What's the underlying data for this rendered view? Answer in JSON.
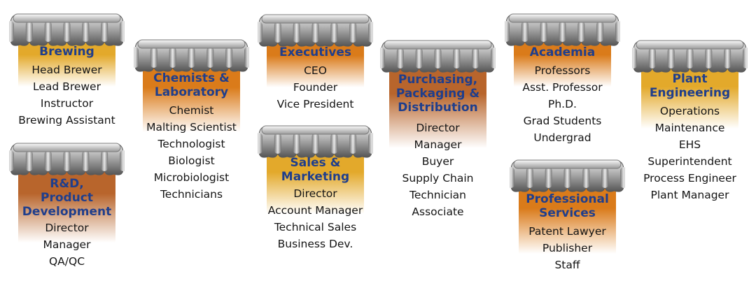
{
  "groups": [
    {
      "id": "brewing",
      "title": [
        "Brewing"
      ],
      "roles": [
        "Head Brewer",
        "Lead Brewer",
        "Instructor",
        "Brewing Assistant"
      ],
      "band": "gold"
    },
    {
      "id": "rnd",
      "title": [
        "R&D,",
        "Product",
        "Development"
      ],
      "roles": [
        "Director",
        "Manager",
        "QA/QC"
      ],
      "band": "brown"
    },
    {
      "id": "chemists",
      "title": [
        "Chemists &",
        "Laboratory"
      ],
      "roles": [
        "Chemist",
        "Malting Scientist",
        "Technologist",
        "Biologist",
        "Microbiologist",
        "Technicians"
      ],
      "band": "orange"
    },
    {
      "id": "executives",
      "title": [
        "Executives"
      ],
      "roles": [
        "CEO",
        "Founder",
        "Vice President"
      ],
      "band": "orange"
    },
    {
      "id": "sales",
      "title": [
        "Sales &",
        "Marketing"
      ],
      "roles": [
        "Director",
        "Account Manager",
        "Technical Sales",
        "Business Dev."
      ],
      "band": "gold"
    },
    {
      "id": "purchasing",
      "title": [
        "Purchasing,",
        "Packaging &",
        "Distribution"
      ],
      "roles": [
        "Director",
        "Manager",
        "Buyer",
        "Supply Chain",
        "Technician",
        "Associate"
      ],
      "band": "brown"
    },
    {
      "id": "academia",
      "title": [
        "Academia"
      ],
      "roles": [
        "Professors",
        "Asst. Professor",
        "Ph.D.",
        "Grad Students",
        "Undergrad"
      ],
      "band": "orange"
    },
    {
      "id": "professional",
      "title": [
        "Professional",
        "Services"
      ],
      "roles": [
        "Patent Lawyer",
        "Publisher",
        "Staff"
      ],
      "band": "orange"
    },
    {
      "id": "plant",
      "title": [
        "Plant",
        "Engineering"
      ],
      "roles": [
        "Operations",
        "Maintenance",
        "EHS",
        "Superintendent",
        "Process Engineer",
        "Plant Manager"
      ],
      "band": "gold"
    }
  ],
  "colors": {
    "title": "#1f3e8c",
    "text": "#141414",
    "gold": "#e3a92b",
    "orange": "#da7b1a",
    "brown": "#b8652c",
    "cap_light": "#eeeeee",
    "cap_dark": "#555555"
  }
}
